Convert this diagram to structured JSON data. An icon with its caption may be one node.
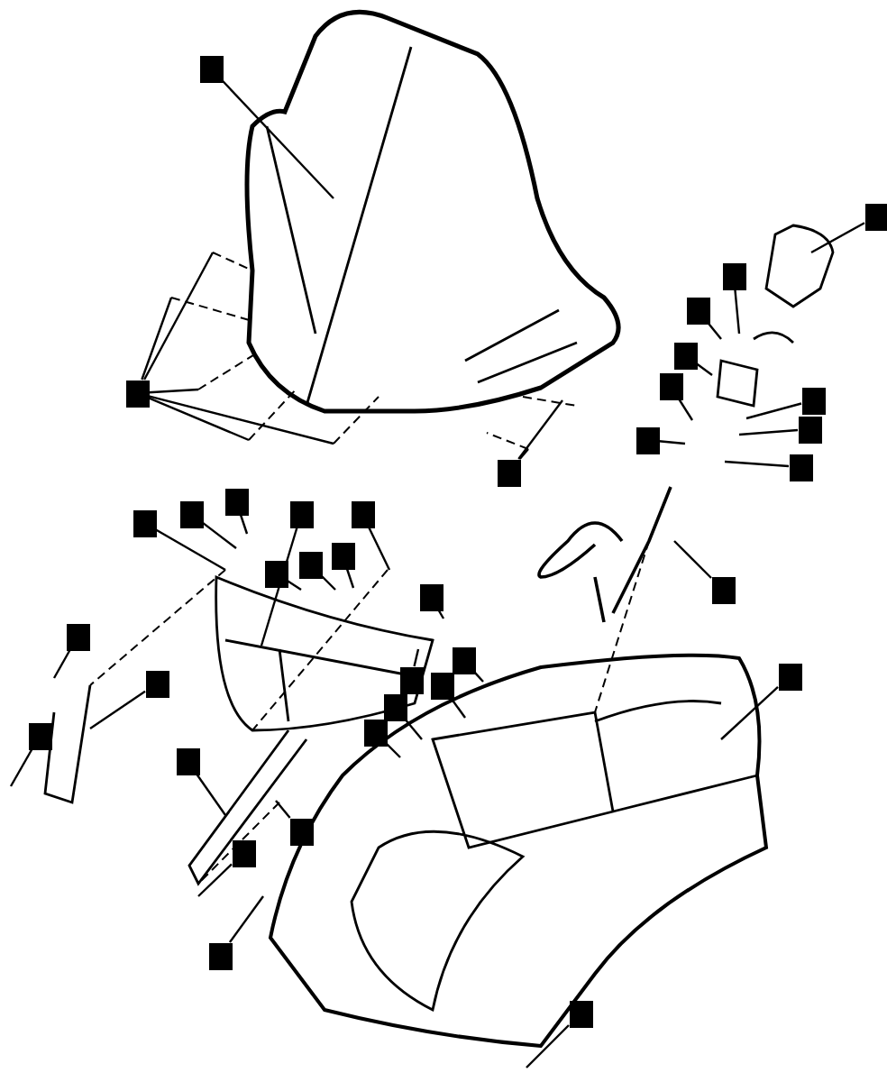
{
  "diagram": {
    "nodes": [
      {
        "text": [],
        "shape": "box"
      },
      {
        "text": [],
        "shape": "box"
      },
      {
        "text": [],
        "shape": "box"
      },
      {
        "text": [],
        "shape": "box"
      },
      {
        "text": [],
        "shape": "box"
      },
      {
        "text": [],
        "shape": "box"
      },
      {
        "text": [],
        "shape": "box"
      },
      {
        "text": [],
        "shape": "box"
      },
      {
        "text": [],
        "shape": "box"
      },
      {
        "text": [],
        "shape": "box"
      },
      {
        "text": [],
        "shape": "box"
      },
      {
        "text": [],
        "shape": "box"
      },
      {
        "text": [],
        "shape": "box"
      },
      {
        "text": [],
        "shape": "box"
      },
      {
        "text": [],
        "shape": "box"
      },
      {
        "text": [],
        "shape": "box"
      },
      {
        "text": [],
        "shape": "box"
      },
      {
        "text": [],
        "shape": "box"
      },
      {
        "text": [],
        "shape": "box"
      },
      {
        "text": [],
        "shape": "box"
      },
      {
        "text": [],
        "shape": "box"
      },
      {
        "text": [],
        "shape": "box"
      },
      {
        "text": [],
        "shape": "box"
      },
      {
        "text": [],
        "shape": "box"
      },
      {
        "text": [],
        "shape": "box"
      },
      {
        "text": [],
        "shape": "box"
      },
      {
        "text": [],
        "shape": "box"
      },
      {
        "text": [],
        "shape": "box"
      },
      {
        "text": [],
        "shape": "box"
      },
      {
        "text": [],
        "shape": "box"
      },
      {
        "text": [],
        "shape": "box"
      },
      {
        "text": [],
        "shape": "box"
      },
      {
        "text": [],
        "shape": "box"
      },
      {
        "text": [],
        "shape": "box"
      },
      {
        "text": [],
        "shape": "box"
      },
      {
        "text": [],
        "shape": "box"
      }
    ],
    "edges": [
      {
        "from": 0,
        "to": null,
        "arrow": "none"
      },
      {
        "from": 1,
        "to": null,
        "arrow": "none"
      },
      {
        "from": 2,
        "to": null,
        "arrow": "none"
      },
      {
        "from": 3,
        "to": null,
        "arrow": "none"
      },
      {
        "from": 4,
        "to": null,
        "arrow": "none"
      },
      {
        "from": 5,
        "to": null,
        "arrow": "none"
      },
      {
        "from": 6,
        "to": null,
        "arrow": "none"
      },
      {
        "from": 7,
        "to": null,
        "arrow": "none"
      },
      {
        "from": 8,
        "to": null,
        "arrow": "none"
      },
      {
        "from": 8,
        "to": null,
        "arrow": "none"
      },
      {
        "from": 8,
        "to": null,
        "arrow": "none"
      },
      {
        "from": 8,
        "to": null,
        "arrow": "none"
      },
      {
        "from": 8,
        "to": null,
        "arrow": "none"
      },
      {
        "from": 9,
        "to": null,
        "arrow": "none"
      },
      {
        "from": 10,
        "to": null,
        "arrow": "none"
      },
      {
        "from": 11,
        "to": null,
        "arrow": "none"
      },
      {
        "from": 11,
        "to": null,
        "arrow": "none"
      },
      {
        "from": 12,
        "to": null,
        "arrow": "none"
      },
      {
        "from": 13,
        "to": null,
        "arrow": "none"
      },
      {
        "from": 14,
        "to": null,
        "arrow": "none"
      },
      {
        "from": 15,
        "to": null,
        "arrow": "none"
      },
      {
        "from": 16,
        "to": null,
        "arrow": "none"
      },
      {
        "from": 17,
        "to": null,
        "arrow": "none"
      },
      {
        "from": 18,
        "to": null,
        "arrow": "none"
      },
      {
        "from": 19,
        "to": null,
        "arrow": "none"
      },
      {
        "from": 20,
        "to": null,
        "arrow": "none"
      },
      {
        "from": 21,
        "to": null,
        "arrow": "none"
      },
      {
        "from": 22,
        "to": null,
        "arrow": "none"
      },
      {
        "from": 23,
        "to": null,
        "arrow": "none"
      },
      {
        "from": 24,
        "to": null,
        "arrow": "none"
      },
      {
        "from": 25,
        "to": null,
        "arrow": "none"
      },
      {
        "from": 26,
        "to": null,
        "arrow": "none"
      },
      {
        "from": 27,
        "to": null,
        "arrow": "none"
      },
      {
        "from": 28,
        "to": null,
        "arrow": "none"
      },
      {
        "from": 29,
        "to": null,
        "arrow": "none"
      },
      {
        "from": 30,
        "to": null,
        "arrow": "none"
      },
      {
        "from": 31,
        "to": null,
        "arrow": "none"
      },
      {
        "from": 32,
        "to": null,
        "arrow": "none"
      },
      {
        "from": 33,
        "to": null,
        "arrow": "none"
      },
      {
        "from": 34,
        "to": null,
        "arrow": "none"
      },
      {
        "from": 35,
        "to": null,
        "arrow": "none"
      }
    ]
  }
}
